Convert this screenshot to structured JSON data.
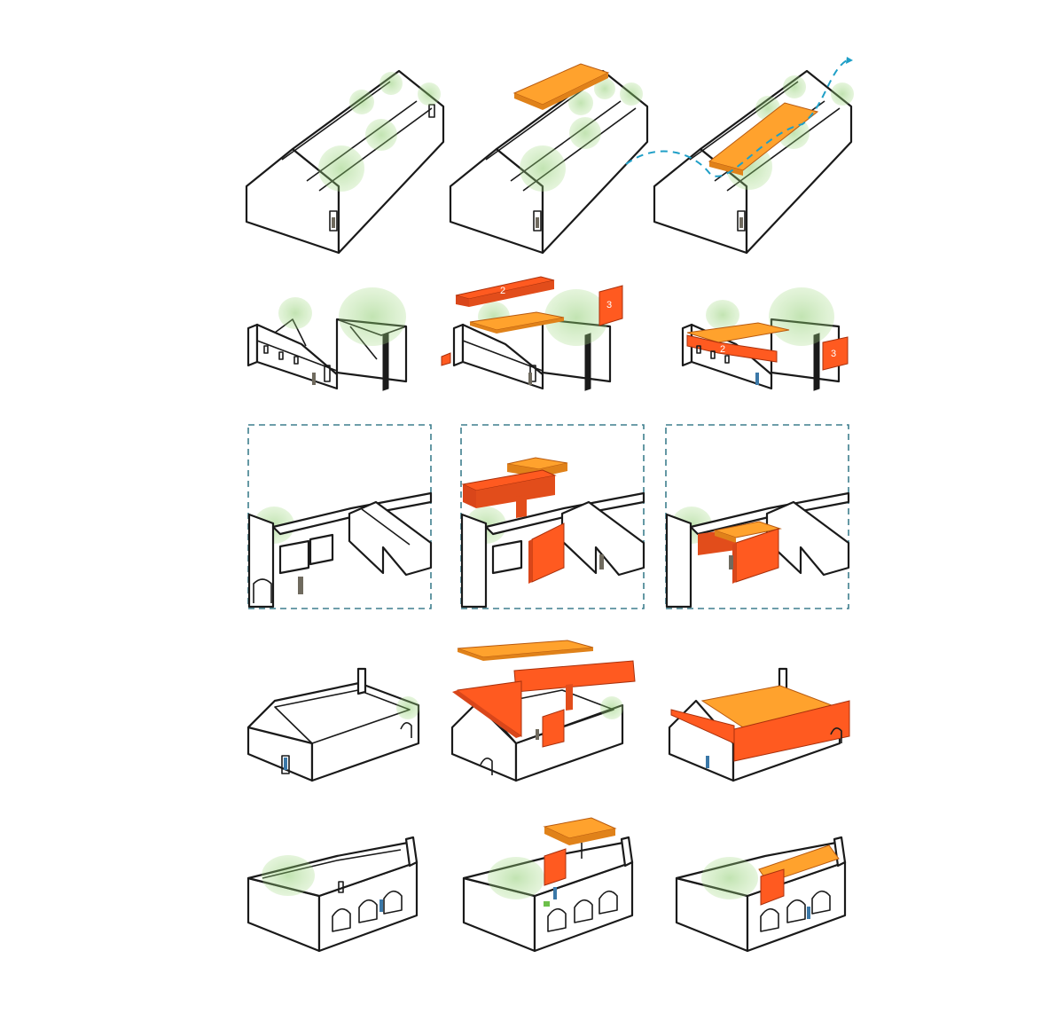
{
  "colors": {
    "tree": "#8ed16a",
    "roof_orange": "#ffa22d",
    "roof_orange_side": "#e0821a",
    "wall_red": "#ff5a20",
    "wall_red_dark": "#d9461a",
    "flow_line": "#1f9fc7",
    "frame_dash": "#3e7f8e",
    "outline": "#1a1a1a"
  },
  "labels": {
    "row2_col2_beam": "2",
    "row2_col2_panel": "3",
    "row2_col3_beam": "2",
    "row2_col3_panel": "3"
  },
  "grid": {
    "rows": 5,
    "columns": 3
  }
}
